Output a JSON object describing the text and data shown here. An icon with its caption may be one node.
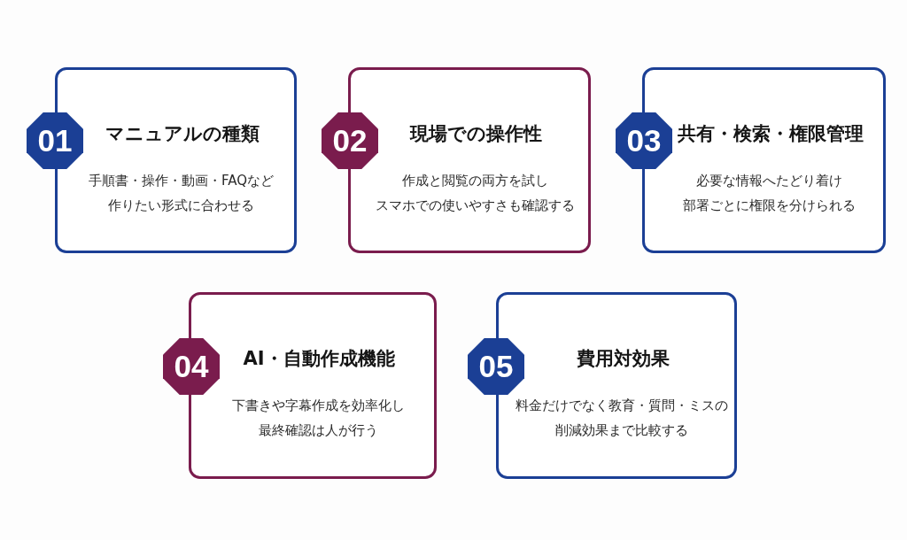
{
  "diagram": {
    "nodes": [
      {
        "text": [
          "01"
        ]
      },
      {
        "text": [
          "マニュアルの種類",
          "手順書・操作・動画・FAQなど作りたい形式に合わせる"
        ]
      },
      {
        "text": [
          "02"
        ]
      },
      {
        "text": [
          "現場での操作性",
          "作成と閲覧の両方を試しスマホでの使いやすさも確認する"
        ]
      },
      {
        "text": [
          "03"
        ]
      },
      {
        "text": [
          "共有・検索・権限管理",
          "必要な情報へたどり着け部署ごとに権限を分けられる"
        ]
      },
      {
        "text": [
          "04"
        ]
      },
      {
        "text": [
          "AI・自動作成機能",
          "下書きや字幕作成を効率化し最終確認は人が行う"
        ]
      },
      {
        "text": [
          "05"
        ]
      },
      {
        "text": [
          "費用対効果",
          "料金だけでなく教育・質問・ミスの削減効果まで比較する"
        ]
      }
    ]
  }
}
